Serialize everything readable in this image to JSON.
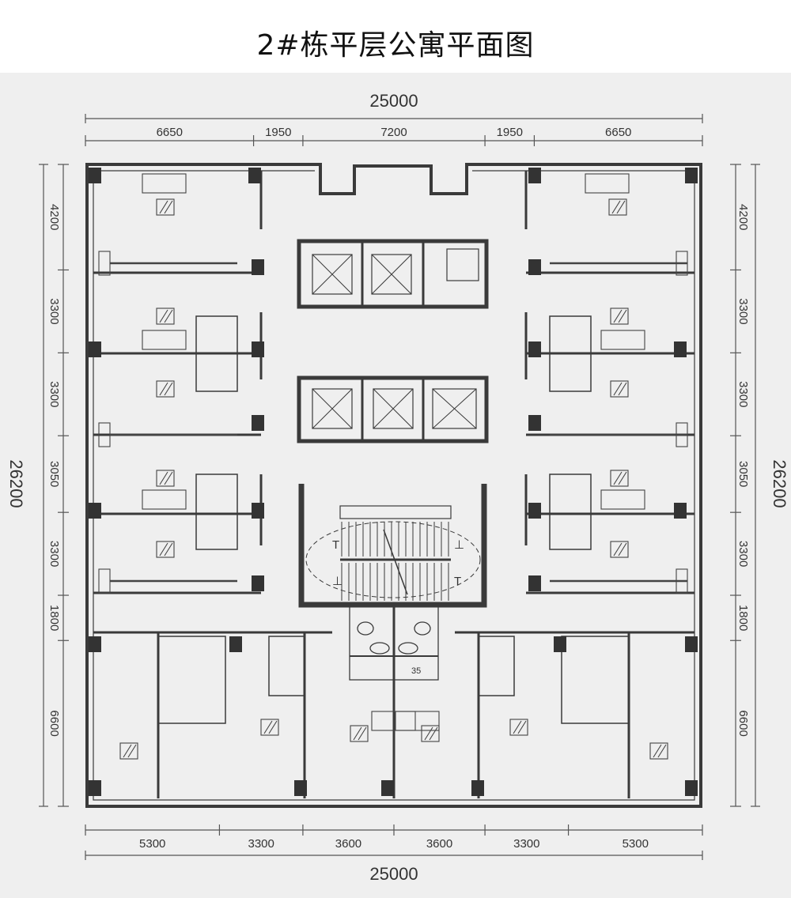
{
  "title": "2#栋平层公寓平面图",
  "dimensions": {
    "top_total": "25000",
    "top_segments": [
      "6650",
      "1950",
      "7200",
      "1950",
      "6650"
    ],
    "bottom_total": "25000",
    "bottom_segments": [
      "5300",
      "3300",
      "3600",
      "3600",
      "3300",
      "5300"
    ],
    "left_total": "26200",
    "left_segments": [
      "4200",
      "3300",
      "3300",
      "3050",
      "3300",
      "1800",
      "6600"
    ],
    "right_total": "26200",
    "right_segments": [
      "4200",
      "3300",
      "3300",
      "3050",
      "3300",
      "1800",
      "6600"
    ]
  },
  "annotations": {
    "stair_up_left": "T",
    "stair_up_right": "T",
    "stair_dn_left": "⊥",
    "stair_dn_right": "⊥",
    "toilet_label": "35"
  },
  "colors": {
    "wall": "#3a3a3a",
    "line": "#555555",
    "background": "#efefef"
  }
}
